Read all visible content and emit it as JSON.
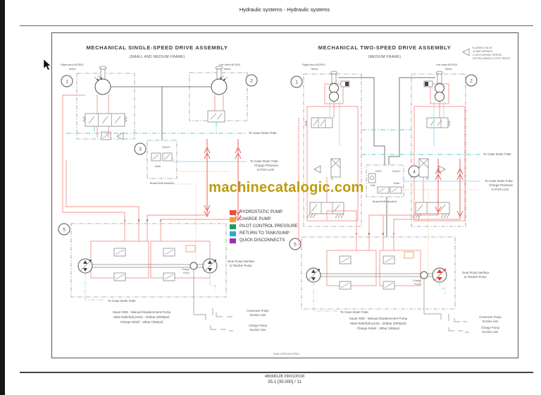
{
  "page": {
    "header": "Hydraulic systems - Hydraulic systems",
    "doc_ref": "RAIL17SSL0077FA 1",
    "footer_line1": "48068128 29/01/2018",
    "footer_line2": "35.1 [35.000] / 11"
  },
  "watermark": {
    "text": "machinecatalogic.com",
    "color": "#bd9a0b"
  },
  "legend": {
    "items": [
      {
        "label": "HYDROSTATIC PUMP",
        "color": "#e94f3d"
      },
      {
        "label": "CHARGE PUMP",
        "color": "#f79a33"
      },
      {
        "label": "PILOT CONTROL PRESSURE",
        "color": "#18a05e"
      },
      {
        "label": "RETURN TO TANK/SUMP",
        "color": "#2aa8dc"
      },
      {
        "label": "QUICK DISCONNECTS",
        "color": "#9334a8"
      }
    ]
  },
  "flushing_note": {
    "title": "FLUSHING VALVE",
    "line1": "-10 BAR SPRINGS",
    "line2": "-2 mm FLUSHING ORIFICE",
    "line3": "-290 PSI (20BAR) CUTOFF RELIEF"
  },
  "single": {
    "title": "MECHANICAL SINGLE-SPEED DRIVE ASSEMBLY",
    "subtitle": "(SMALL AND MEDIUM FRAME)",
    "right_motor_line1": "Right-hand MCR03",
    "right_motor_line2": "Motor",
    "left_motor_line1": "Left-hand MCR03",
    "left_motor_line2": "Motor",
    "callout_1": "1",
    "callout_2": "2",
    "callout_3": "3",
    "callout_5": "5",
    "manifold_tag": "B1M2C",
    "brake_label": "Brake",
    "manifold_caption": "Brake/Shift Manifold",
    "case_drain_top": "To Case Drain Tube",
    "case_drain_mid_line1": "To Case Drain Tube",
    "case_drain_mid_line2": "Charge Pressure",
    "case_drain_mid_line3": "to Port Lock",
    "ports": [
      "A",
      "B",
      "B",
      "A"
    ],
    "charge_pump_line1": "Charge",
    "charge_pump_line2": "Pump",
    "gear_pump_line1": "Gear Pump interface",
    "gear_pump_line2": "to Tandem Pump",
    "case_drain_bottom": "To Case Drain Tube",
    "pump_note_line1": "Sauer M35 - Manual Displacement Pump",
    "pump_note_line2": "Main Relief(all ports) - 345bar (5000psi)",
    "pump_note_line3": "Charge Relief - 25bar (360psi)",
    "crossover_line1": "Crossover Pump",
    "crossover_line2": "Suction Line",
    "charge_suction_line1": "Charge Pump",
    "charge_suction_line2": "Suction Line"
  },
  "two_speed": {
    "title": "MECHANICAL TWO-SPEED DRIVE ASSEMBLY",
    "subtitle": "(MEDIUM FRAME)",
    "right_motor_line1": "Right-hand MCR03",
    "right_motor_line2": "Motor",
    "left_motor_line1": "Left-hand MCR03",
    "left_motor_line2": "Motor",
    "callout_1": "1",
    "callout_2": "2",
    "callout_4": "4",
    "callout_5": "5",
    "manifold_tag_2spd": "2SPD",
    "manifold_tag": "B1M2C",
    "brake_label": "Brake",
    "shift_label": "Shift",
    "manifold_caption": "Brake/Shift Manifold",
    "case_drain_top": "To Case Drain Tube",
    "case_drain_mid_line1": "To Case Drain Tube",
    "case_drain_mid_line2": "Charge Pressure",
    "case_drain_mid_line3": "to Port Lock",
    "ports": [
      "A",
      "B",
      "B",
      "A"
    ],
    "charge_pump_line1": "Charge",
    "charge_pump_line2": "Pump",
    "gear_pump_line1": "Gear Pump interface",
    "gear_pump_line2": "to Tandem Pump",
    "case_drain_bottom": "To Case Drain Tube",
    "pump_note_line1": "Sauer M35 - Manual Displacement Pump",
    "pump_note_line2": "Main Relief(all ports) - 345bar (5000psi)",
    "pump_note_line3": "Charge Relief - 25bar (360psi)",
    "crossover_line1": "Crossover Pump",
    "crossover_line2": "Suction Line",
    "charge_suction_line1": "Charge Pump",
    "charge_suction_line2": "Suction Line"
  }
}
